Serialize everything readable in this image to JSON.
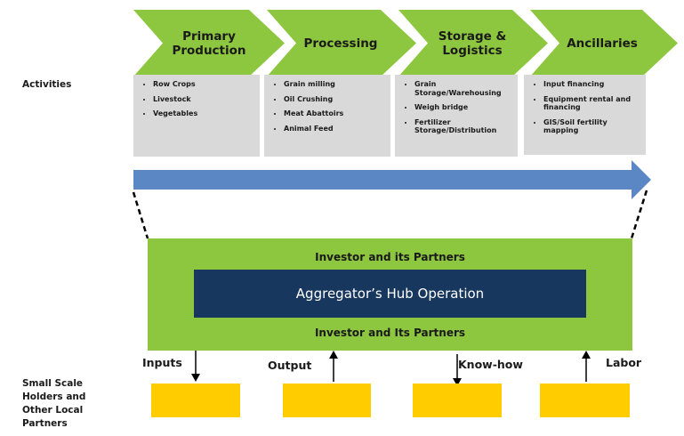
{
  "stages": [
    {
      "label": "Primary\nProduction",
      "activities": [
        "Row Crops",
        "Livestock",
        "Vegetables"
      ]
    },
    {
      "label": "Processing",
      "activities": [
        "Grain milling",
        "Oil Crushing",
        "Meat Abattoirs",
        "Animal Feed"
      ]
    },
    {
      "label": "Storage &\nLogistics",
      "activities": [
        "Grain Storage/Warehousing",
        "Weigh bridge",
        "Fertilizer Storage/Distribution"
      ]
    },
    {
      "label": "Ancillaries",
      "activities": [
        "Input financing",
        "Equipment rental and financing",
        "GIS/Soil fertility mapping"
      ]
    }
  ],
  "row_labels": {
    "activities": "Activities",
    "smallholders": "Small Scale\nHolders and\nOther Local\nPartners"
  },
  "hub": {
    "top_partner": "Investor and its Partners",
    "center": "Aggregator’s Hub Operation",
    "bottom_partner": "Investor and Its Partners"
  },
  "flows": [
    {
      "label": "Inputs",
      "direction": "down"
    },
    {
      "label": "Output",
      "direction": "up"
    },
    {
      "label": "Know-how",
      "direction": "down"
    },
    {
      "label": "Labor",
      "direction": "up"
    }
  ],
  "colors": {
    "chevron": "#8dc63f",
    "activity_box": "#d9d9d9",
    "arrow": "#5b87c5",
    "hub_outer": "#8dc63f",
    "hub_inner": "#17375e",
    "smallholder_box": "#ffcc00"
  }
}
